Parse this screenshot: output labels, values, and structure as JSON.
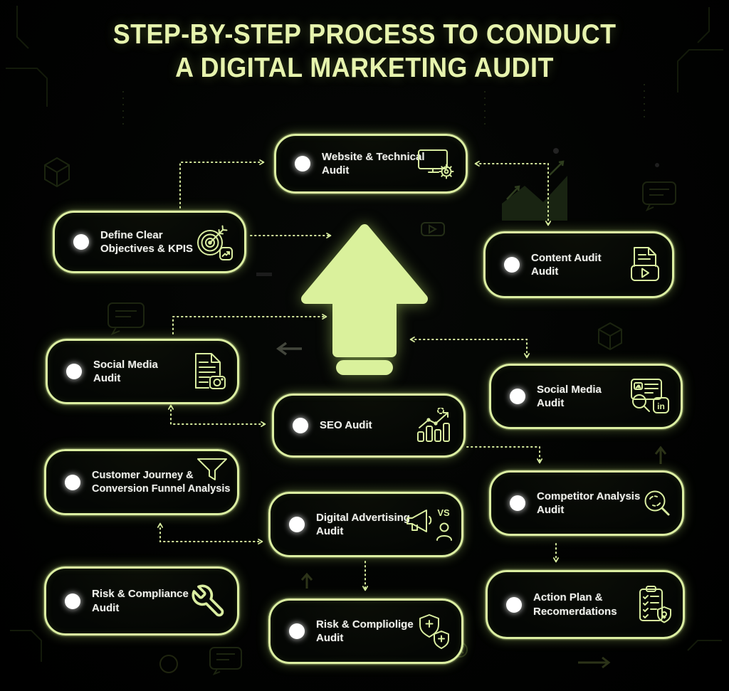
{
  "title": {
    "line1": "STEP-BY-STEP PROCESS TO CONDUCT",
    "line2": "A DIGITAL MARKETING AUDIT"
  },
  "colors": {
    "accent": "#d9ed9e",
    "box_border": "#dcefa2",
    "connector": "#d6eb9e",
    "arrow_fill": "#daf19c",
    "text": "#f0f1ec",
    "background": "#000000"
  },
  "center_arrow": {
    "icon": "big-up-arrow"
  },
  "nodes": {
    "website": {
      "label": "Website & Technical\nAudit",
      "icon": "monitor-gear-icon"
    },
    "define": {
      "label": "Define Clear\nObjectives & KPIS",
      "icon": "target-dart-icon"
    },
    "content": {
      "label": "Content Audit\nAudit",
      "icon": "document-play-icon"
    },
    "social_left": {
      "label": "Social Media\nAudit",
      "icon": "document-camera-icon"
    },
    "social_right": {
      "label": "Social Media\nAudit",
      "icon": "profile-search-linkedin-icon",
      "badge_text": "in"
    },
    "seo": {
      "label": "SEO Audit",
      "icon": "bar-chart-growth-icon"
    },
    "journey": {
      "label": "Customer Journey &\nConversion Funnel Analysis",
      "icon": "funnel-icon"
    },
    "digital_ad": {
      "label": "Digital Advertising\nAudit",
      "icon": "megaphone-vs-person-icon",
      "vs_text": "VS"
    },
    "competitor": {
      "label": "Competitor Analysis\nAudit",
      "icon": "search-refresh-icon"
    },
    "risk_left": {
      "label": "Risk & Compliance\nAudit",
      "icon": "wrench-icon"
    },
    "risk_center": {
      "label": "Risk & Compliolige\nAudit",
      "icon": "shield-plus-icon"
    },
    "action": {
      "label": "Action Plan &\nRecomerdations",
      "icon": "clipboard-shield-icon"
    }
  }
}
